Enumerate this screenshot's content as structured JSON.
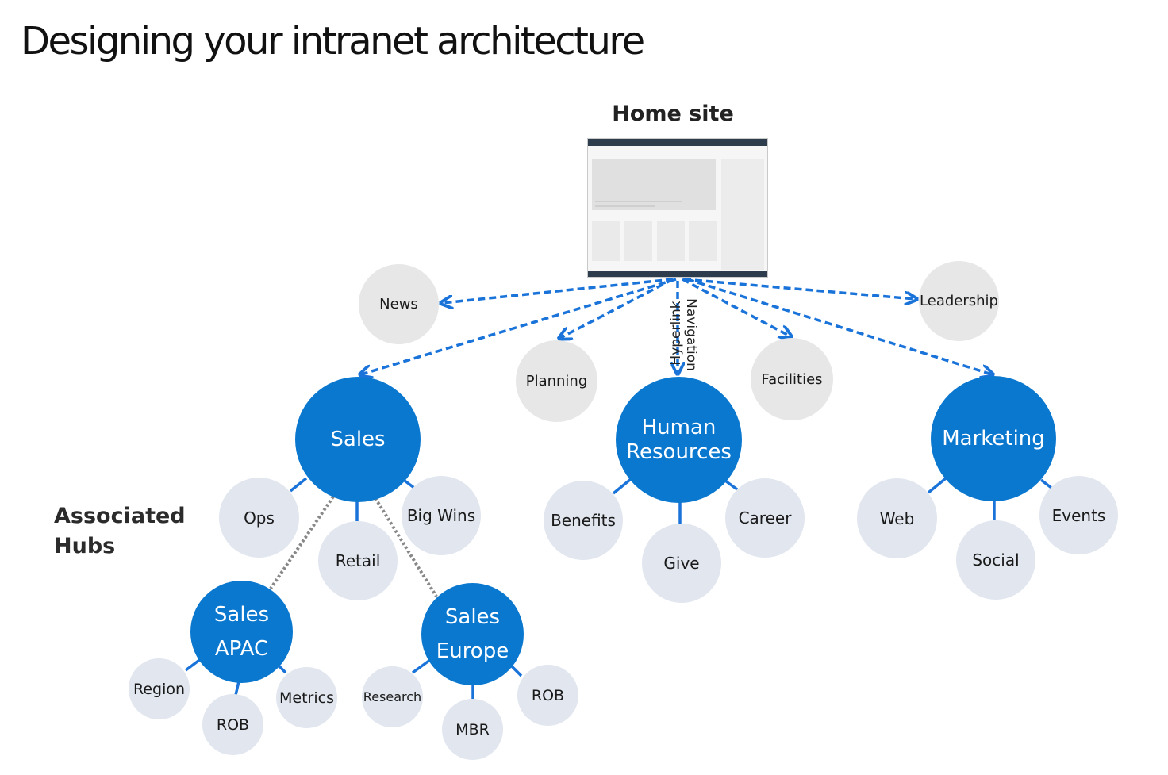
{
  "title": "Designing your intranet architecture",
  "home_site": {
    "label": "Home site"
  },
  "associated_hubs_label": [
    "Associated",
    "Hubs"
  ],
  "connector_labels": {
    "hyperlink": "Hyperlink",
    "navigation": "Navigation"
  },
  "colors": {
    "hub": "#0b78d0",
    "site_grey": "#e7e7e7",
    "site_light": "#e1e6ef",
    "arrow": "#1a73d9",
    "dotted": "#888888"
  },
  "sites": {
    "news": "News",
    "planning": "Planning",
    "facilities": "Facilities",
    "leadership": "Leadership"
  },
  "hubs": {
    "sales": [
      "Sales"
    ],
    "human_resources": [
      "Human",
      "Resources"
    ],
    "marketing": [
      "Marketing"
    ],
    "sales_apac": [
      "Sales",
      "APAC"
    ],
    "sales_europe": [
      "Sales",
      "Europe"
    ]
  },
  "hub_sites": {
    "sales": [
      "Ops",
      "Retail",
      "Big Wins"
    ],
    "human_resources": [
      "Benefits",
      "Give",
      "Career"
    ],
    "marketing": [
      "Web",
      "Social",
      "Events"
    ],
    "sales_apac": [
      "Region",
      "ROB",
      "Metrics"
    ],
    "sales_europe": [
      "Research",
      "MBR",
      "ROB"
    ]
  }
}
